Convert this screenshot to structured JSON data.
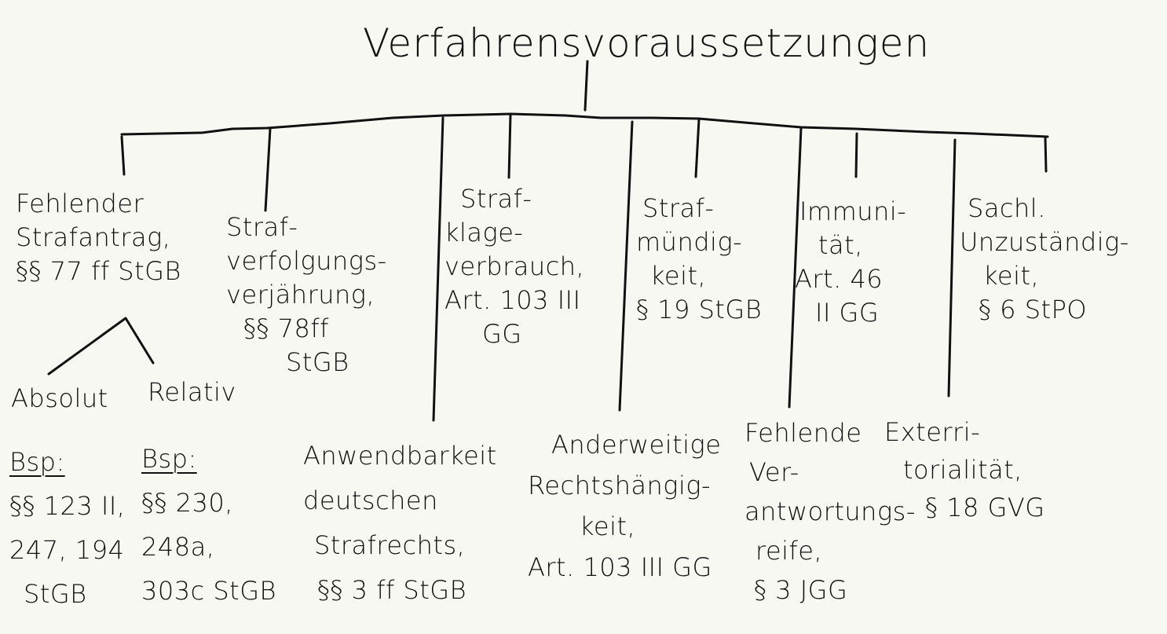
{
  "diagram": {
    "title": "Verfahrensvoraussetzungen",
    "upper_row": [
      {
        "id": "strafantrag",
        "lines": [
          "Fehlender",
          "Strafantrag,",
          "§§ 77 ff StGB"
        ],
        "children": [
          {
            "id": "absolut",
            "label": "Absolut",
            "example_heading": "Bsp:",
            "example_lines": [
              "§§ 123 II,",
              "247, 194",
              "StGB"
            ]
          },
          {
            "id": "relativ",
            "label": "Relativ",
            "example_heading": "Bsp:",
            "example_lines": [
              "§§ 230,",
              "248a,",
              "303c StGB"
            ]
          }
        ]
      },
      {
        "id": "verjaehrung",
        "lines": [
          "Straf-",
          "verfolgungs-",
          "verjährung,",
          "§§ 78ff",
          "StGB"
        ]
      },
      {
        "id": "strafklageverbrauch",
        "lines": [
          "Straf-",
          "klage-",
          "verbrauch,",
          "Art. 103 III",
          "GG"
        ]
      },
      {
        "id": "strafmuendigkeit",
        "lines": [
          "Straf-",
          "mündig-",
          "keit,",
          "§ 19 StGB"
        ]
      },
      {
        "id": "immunitaet",
        "lines": [
          "Immuni-",
          "tät,",
          "Art. 46",
          "II GG"
        ]
      },
      {
        "id": "sachl-unzustaendigkeit",
        "lines": [
          "Sachl.",
          "Unzuständig-",
          "keit,",
          "§ 6 StPO"
        ]
      }
    ],
    "lower_row": [
      {
        "id": "anwendbarkeit",
        "lines": [
          "Anwendbarkeit",
          "deutschen",
          "Strafrechts,",
          "§§ 3 ff StGB"
        ]
      },
      {
        "id": "rechtshaengigkeit",
        "lines": [
          "Anderweitige",
          "Rechtshängig-",
          "keit,",
          "Art. 103 III GG"
        ]
      },
      {
        "id": "verantwortungsreife",
        "lines": [
          "Fehlende",
          "Ver-",
          "antwortungs-",
          "reife,",
          "§ 3 JGG"
        ]
      },
      {
        "id": "exterritorialitaet",
        "lines": [
          "Exterri-",
          "torialität,",
          "§ 18 GVG"
        ]
      }
    ],
    "colors": {
      "background": "#f8f8f3",
      "ink": "#111111"
    }
  }
}
